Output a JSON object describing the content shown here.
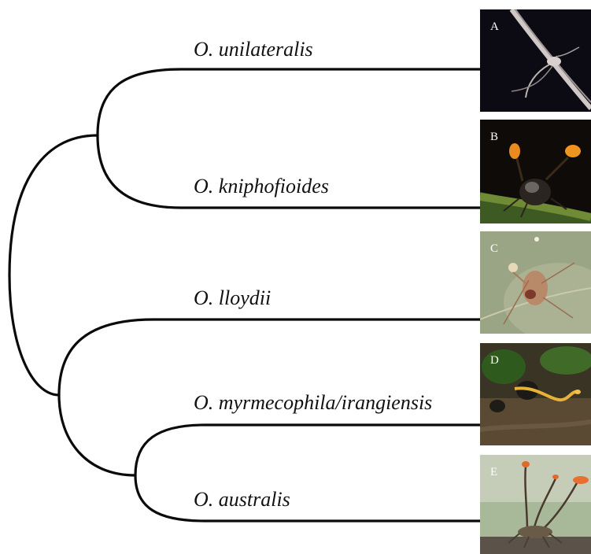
{
  "taxa": [
    {
      "name": "O. unilateralis",
      "panel": "A"
    },
    {
      "name": "O. kniphofioides",
      "panel": "B"
    },
    {
      "name": "O. lloydii",
      "panel": "C"
    },
    {
      "name": "O. myrmecophila/irangiensis",
      "panel": "D"
    },
    {
      "name": "O. australis",
      "panel": "E"
    }
  ],
  "colors": {
    "branch": "#0a0a0a",
    "text": "#111111"
  }
}
